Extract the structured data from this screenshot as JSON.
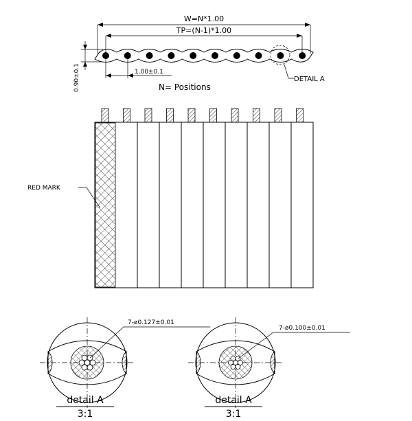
{
  "top_view": {
    "width_dim": "W=N*1.00",
    "pitch_total_dim": "TP=(N-1)*1.00",
    "pitch_dim": "1.00±0.1",
    "thickness_dim": "0.90±0.1",
    "positions_label": "N= Positions",
    "detail_callout": "DETAIL A",
    "conductor_count": 10
  },
  "front_view": {
    "red_mark_label": "RED MARK",
    "strip_count": 10
  },
  "details": [
    {
      "conductor_spec": "7-ø0.127±0.01",
      "title": "detail A",
      "scale": "3:1"
    },
    {
      "conductor_spec": "7-ø0.100±0.01",
      "title": "detail A",
      "scale": "3:1"
    }
  ]
}
